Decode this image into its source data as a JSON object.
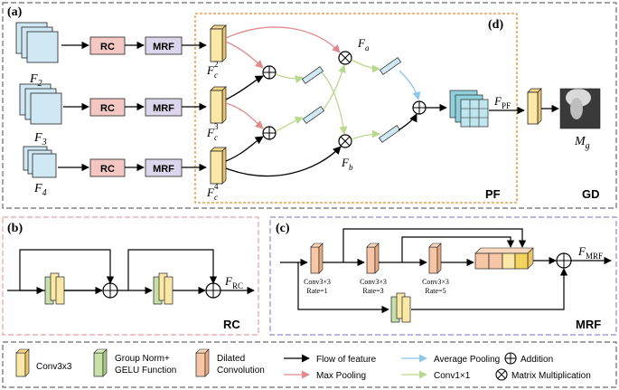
{
  "panels": {
    "a": {
      "tag": "(a)",
      "footer": "GD"
    },
    "d": {
      "tag": "(d)",
      "footer": "PF"
    },
    "b": {
      "tag": "(b)",
      "footer": "RC"
    },
    "c": {
      "tag": "(c)",
      "footer": "MRF"
    }
  },
  "gd": {
    "inputs": [
      {
        "base": "F",
        "sub": "2"
      },
      {
        "base": "F",
        "sub": "3"
      },
      {
        "base": "F",
        "sub": "4"
      }
    ],
    "rc_label": "RC",
    "mrf_label": "MRF",
    "fc": [
      {
        "base": "F",
        "sub": "c",
        "sup": "2"
      },
      {
        "base": "F",
        "sub": "c",
        "sup": "3"
      },
      {
        "base": "F",
        "sub": "c",
        "sup": "4"
      }
    ],
    "fa": {
      "base": "F",
      "sub": "a"
    },
    "fb": {
      "base": "F",
      "sub": "b"
    },
    "fpf": {
      "base": "F",
      "sub": "PF"
    },
    "mg": {
      "base": "M",
      "sub": "g"
    }
  },
  "rc_panel": {
    "out": {
      "base": "F",
      "sub": "RC"
    }
  },
  "mrf_panel": {
    "out": {
      "base": "F",
      "sub": "MRF"
    },
    "convs": [
      {
        "line1": "Conv3×3",
        "line2": "Rate=1"
      },
      {
        "line1": "Conv3×3",
        "line2": "Rate=3"
      },
      {
        "line1": "Conv3×3",
        "line2": "Rate=5"
      }
    ]
  },
  "legend": {
    "conv": "Conv3x3",
    "gn1": "Group Norm+",
    "gn2": "GELU Function",
    "dil1": "Dilated",
    "dil2": "Convolution",
    "flow": "Flow of feature",
    "maxpool": "Max Pooling",
    "avgpool": "Average Pooling",
    "conv1": "Conv1×1",
    "add": "Addition",
    "matmul": "Matrix Multiplication"
  },
  "colors": {
    "frame_gray": "#6b6b6b",
    "pf_orange": "#e88a2e",
    "rc_pink": "#e8a0a0",
    "mrf_blue": "#8c8cd6",
    "rc_fill": "#f4c7c3",
    "mrf_fill": "#dcd6ec",
    "input_fill": "#cfe8f3",
    "conv_yellow": "#fbe7a6",
    "gn_green": "#c7dfa8",
    "dilated_orange": "#f6c6a6",
    "red_arrow": "#e08a8a",
    "blue_arrow": "#8cc6e8",
    "green_arrow": "#b9d98f",
    "pf_block": "#8fd0dc"
  }
}
